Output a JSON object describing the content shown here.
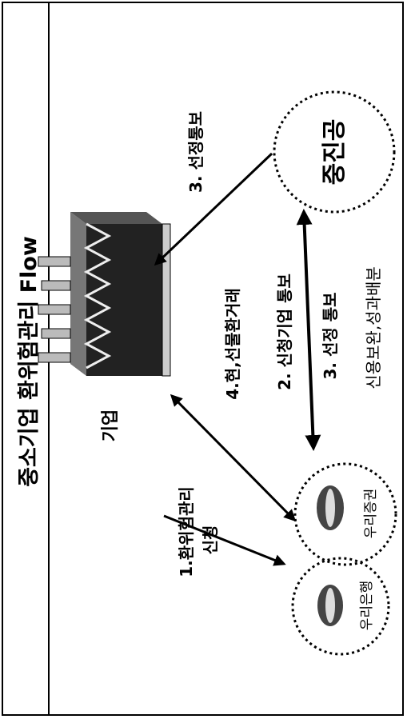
{
  "title": "중소기업 환위험관리 Flow",
  "nodes": {
    "company": "기업",
    "kodit": "중진공",
    "woori_bank": "우리은행",
    "woori_securities": "우리증권"
  },
  "flows": {
    "step1_line1": "1.환위험관리",
    "step1_line2": "신청",
    "step2": "2. 신청기업 통보",
    "step3_top": "3. 선정통보",
    "step3_middle": "3. 선정 통보",
    "step4": "4.현,선물환거래",
    "support": "신용보완,성과배분"
  }
}
